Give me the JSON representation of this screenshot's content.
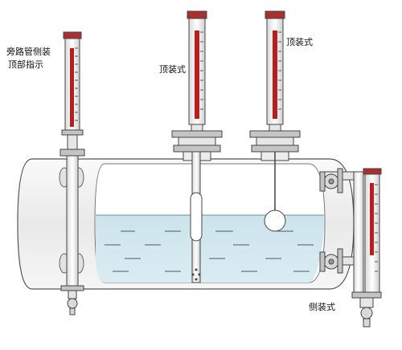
{
  "labels": {
    "bypass_line1": "旁路管侧装",
    "bypass_line2": "顶部指示",
    "top_mount_1": "顶装式",
    "top_mount_2": "顶装式",
    "side_mount": "侧装式"
  },
  "colors": {
    "tank_outline": "#555555",
    "tank_fill": "#f2f2f2",
    "tank_inner": "#ffffff",
    "liquid": "#cfe6ee",
    "gauge_red": "#b81e1e",
    "gauge_cap": "#a8312f",
    "pipe": "#e8e8e8",
    "flange": "#bfbfbf"
  }
}
